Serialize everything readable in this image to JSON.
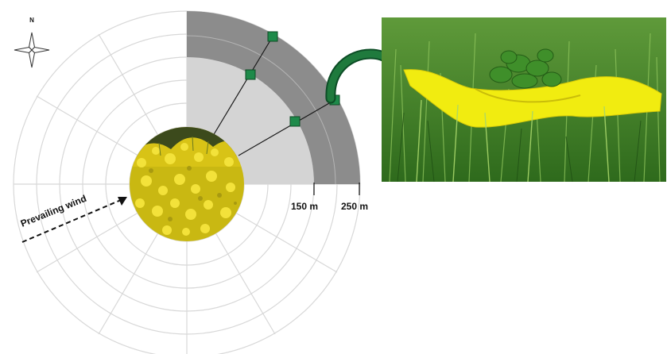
{
  "compass": {
    "label": "N"
  },
  "wind": {
    "label": "Prevailing wind"
  },
  "distances": {
    "inner_label": "150 m",
    "outer_label": "250 m"
  },
  "icons": {
    "compass": "compass-rose-icon",
    "arrow": "curved-arrow-icon",
    "trap": "trap-marker-icon"
  },
  "colors": {
    "zone_inner": "#d4d4d4",
    "zone_outer": "#8c8c8c",
    "trap_marker": "#1e8a4a",
    "arrow": "#1c6b3a",
    "rapeseed": "#e6d21a",
    "sheet_yellow": "#f1ec10",
    "grass": "#2f7d1f"
  }
}
